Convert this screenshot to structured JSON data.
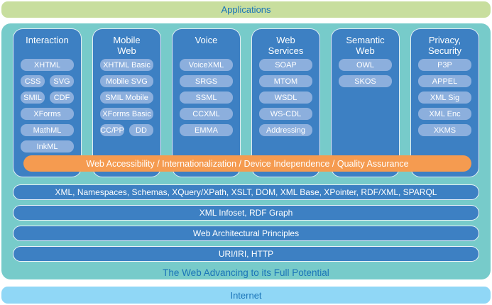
{
  "colors": {
    "applications_green": "#c8de9e",
    "panel_teal": "#77cbca",
    "column_blue": "#3d80c3",
    "pill_blue": "#8cafdd",
    "orange": "#f59b50",
    "internet_blue": "#90d7f6",
    "heading_blue": "#1a74b8",
    "white_text": "#ffffff",
    "page_background": "#ffffff"
  },
  "applications_bar": {
    "label": "Applications"
  },
  "stack": {
    "columns": [
      {
        "title_lines": [
          "Interaction"
        ],
        "pill_rows": [
          [
            "XHTML"
          ],
          [
            "CSS",
            "SVG"
          ],
          [
            "SMIL",
            "CDF"
          ],
          [
            "XForms"
          ],
          [
            "MathML"
          ],
          [
            "InkML"
          ]
        ]
      },
      {
        "title_lines": [
          "Mobile",
          "Web"
        ],
        "pill_rows": [
          [
            "XHTML Basic"
          ],
          [
            "Mobile SVG"
          ],
          [
            "SMIL Mobile"
          ],
          [
            "XForms Basic"
          ],
          [
            "CC/PP",
            "DD"
          ]
        ]
      },
      {
        "title_lines": [
          "Voice"
        ],
        "pill_rows": [
          [
            "VoiceXML"
          ],
          [
            "SRGS"
          ],
          [
            "SSML"
          ],
          [
            "CCXML"
          ],
          [
            "EMMA"
          ]
        ]
      },
      {
        "title_lines": [
          "Web",
          "Services"
        ],
        "pill_rows": [
          [
            "SOAP"
          ],
          [
            "MTOM"
          ],
          [
            "WSDL"
          ],
          [
            "WS-CDL"
          ],
          [
            "Addressing"
          ]
        ]
      },
      {
        "title_lines": [
          "Semantic",
          "Web"
        ],
        "pill_rows": [
          [
            "OWL"
          ],
          [
            "SKOS"
          ]
        ]
      },
      {
        "title_lines": [
          "Privacy,",
          "Security"
        ],
        "pill_rows": [
          [
            "P3P"
          ],
          [
            "APPEL"
          ],
          [
            "XML Sig"
          ],
          [
            "XML Enc"
          ],
          [
            "XKMS"
          ]
        ]
      }
    ],
    "cross_cutting_bar": "Web Accessibility / Internationalization / Device Independence / Quality Assurance",
    "foundation_bars": [
      "XML, Namespaces, Schemas, XQuery/XPath, XSLT, DOM, XML Base, XPointer, RDF/XML, SPARQL",
      "XML Infoset, RDF Graph",
      "Web Architectural Principles",
      "URI/IRI, HTTP"
    ],
    "tagline": "The Web Advancing to its Full Potential"
  },
  "internet_bar": {
    "label": "Internet"
  }
}
